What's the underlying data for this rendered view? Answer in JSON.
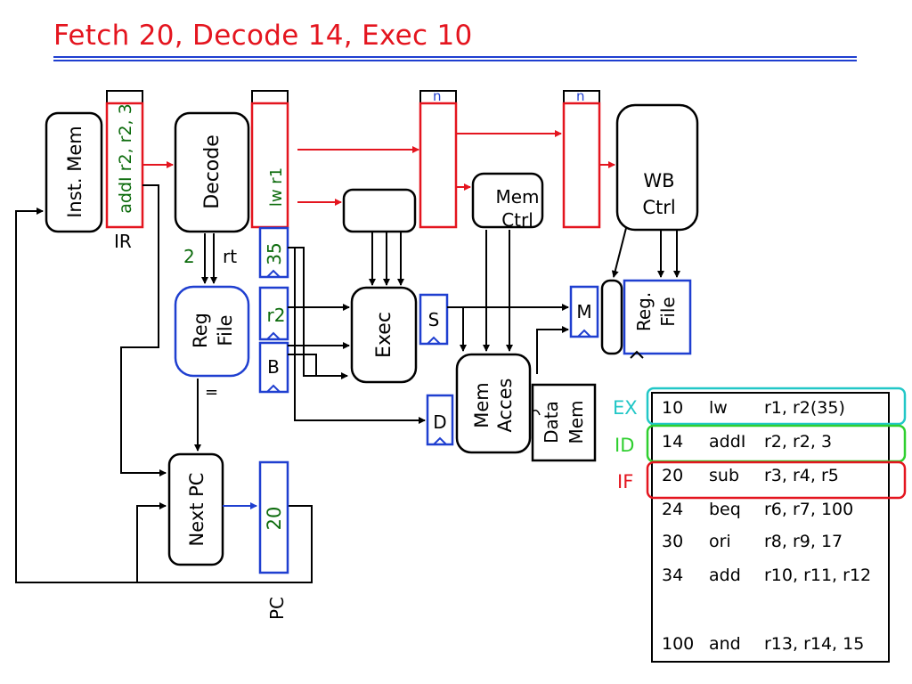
{
  "title": "Fetch 20, Decode 14, Exec 10",
  "labels": {
    "inst_mem": "Inst. Mem",
    "ir_content": "addI r2, r2, 3",
    "ir": "IR",
    "decode": "Decode",
    "id_reg_content": "lw r1",
    "n1": "n",
    "n2": "n",
    "mem_ctrl_1": "Mem",
    "mem_ctrl_2": "Ctrl",
    "wb_ctrl_1": "WB",
    "wb_ctrl_2": "Ctrl",
    "two": "2",
    "rt": "rt",
    "imm": "35",
    "reg_file_1": "Reg",
    "reg_file_2": "File",
    "a_reg": "r2",
    "b_reg": "B",
    "exec": "Exec",
    "s_reg": "S",
    "m_reg": "M",
    "reg_file2_1": "Reg.",
    "reg_file2_2": "File",
    "mem_acces_1": "Mem",
    "mem_acces_2": "Acces",
    "data_mem_1": "Data",
    "data_mem_2": "Mem",
    "d_reg": "D",
    "eq": "=",
    "next_pc": "Next PC",
    "pc_value": "20",
    "pc": "PC"
  },
  "stages": [
    {
      "label": "EX",
      "color": "#22c7c7"
    },
    {
      "label": "ID",
      "color": "#2fcf2f"
    },
    {
      "label": "IF",
      "color": "#e4151f"
    }
  ],
  "program": [
    {
      "addr": "10",
      "op": "lw",
      "args": "r1, r2(35)"
    },
    {
      "addr": "14",
      "op": "addI",
      "args": "r2, r2, 3"
    },
    {
      "addr": "20",
      "op": "sub",
      "args": "r3, r4, r5"
    },
    {
      "addr": "24",
      "op": "beq",
      "args": "r6, r7, 100"
    },
    {
      "addr": "30",
      "op": "ori",
      "args": "r8, r9, 17"
    },
    {
      "addr": "34",
      "op": "add",
      "args": "r10, r11, r12"
    },
    {
      "addr": "100",
      "op": "and",
      "args": "r13, r14, 15"
    }
  ],
  "colors": {
    "title": "#e4151f",
    "pipeline_reg": "#e4151f",
    "datapath_reg": "#1f3fd0",
    "content_text": "#0c6b0c",
    "title_rule": "#1f3fd0"
  }
}
